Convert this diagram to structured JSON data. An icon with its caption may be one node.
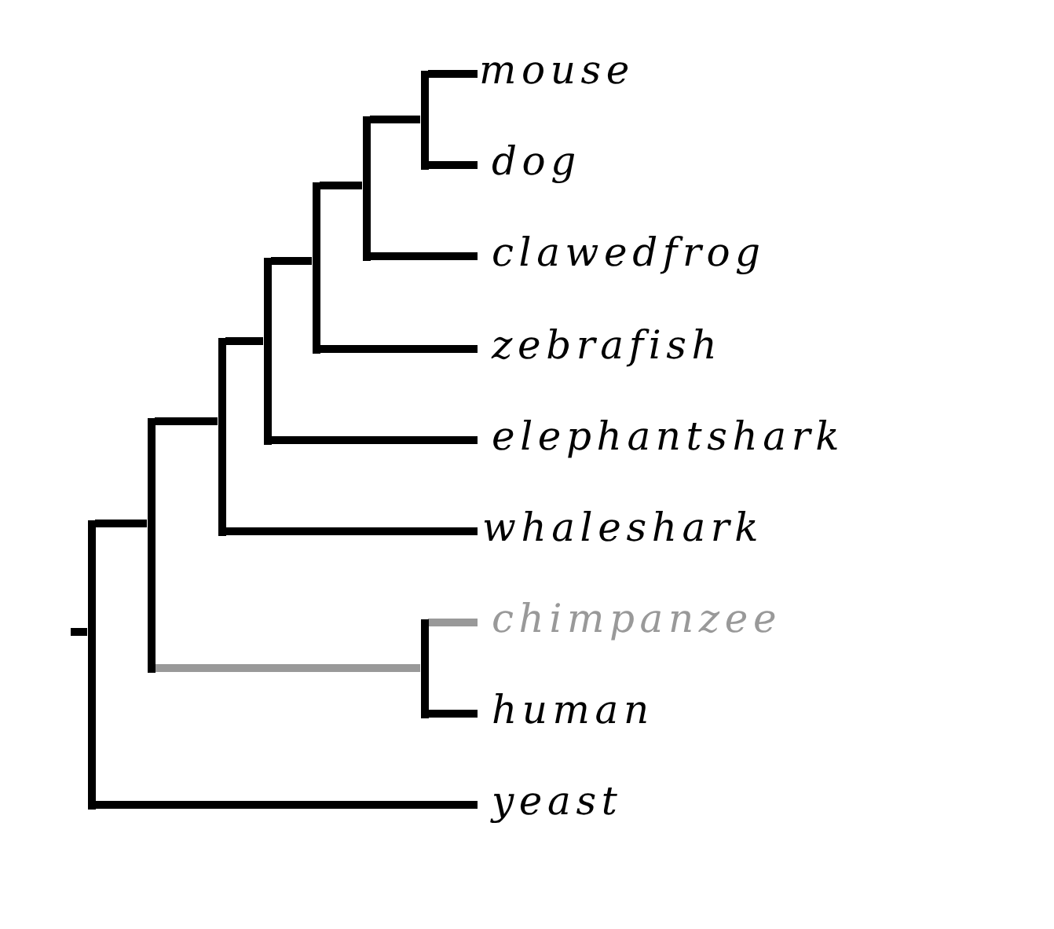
{
  "diagram": {
    "nodes": [
      {
        "text": [
          "mouse"
        ]
      },
      {
        "text": [
          "dog"
        ]
      },
      {
        "text": [
          "clawedfrog"
        ]
      },
      {
        "text": [
          "zebrafish"
        ]
      },
      {
        "text": [
          "elephantshark"
        ]
      },
      {
        "text": [
          "whaleshark"
        ]
      },
      {
        "text": [
          "chimpanzee"
        ]
      },
      {
        "text": [
          "human"
        ]
      },
      {
        "text": [
          "yeast"
        ]
      },
      {
        "text": [],
        "shape": "bar"
      },
      {
        "text": [],
        "shape": "bar"
      },
      {
        "text": [],
        "shape": "bar"
      },
      {
        "text": [],
        "shape": "bar"
      },
      {
        "text": [],
        "shape": "bar"
      },
      {
        "text": [],
        "shape": "bar"
      },
      {
        "text": [],
        "shape": "bar"
      },
      {
        "text": [],
        "shape": "bar"
      }
    ],
    "edges": [
      {
        "from": 9,
        "to": 0,
        "arrow": "none"
      },
      {
        "from": 9,
        "to": 1,
        "arrow": "none"
      },
      {
        "from": 10,
        "to": 9,
        "arrow": "none"
      },
      {
        "from": 10,
        "to": 2,
        "arrow": "none"
      },
      {
        "from": 11,
        "to": 10,
        "arrow": "none"
      },
      {
        "from": 11,
        "to": 3,
        "arrow": "none"
      },
      {
        "from": 12,
        "to": 11,
        "arrow": "none"
      },
      {
        "from": 12,
        "to": 4,
        "arrow": "none"
      },
      {
        "from": 13,
        "to": 12,
        "arrow": "none"
      },
      {
        "from": 13,
        "to": 5,
        "arrow": "none"
      },
      {
        "from": 14,
        "to": 6,
        "arrow": "none",
        "color": "#999999"
      },
      {
        "from": 14,
        "to": 7,
        "arrow": "none"
      },
      {
        "from": 15,
        "to": 13,
        "arrow": "none"
      },
      {
        "from": 15,
        "to": 14,
        "arrow": "none",
        "color": "#999999"
      },
      {
        "from": 16,
        "to": 15,
        "arrow": "none"
      },
      {
        "from": 16,
        "to": 8,
        "arrow": "none"
      },
      {
        "from": null,
        "to": 16,
        "arrow": "none"
      }
    ]
  }
}
